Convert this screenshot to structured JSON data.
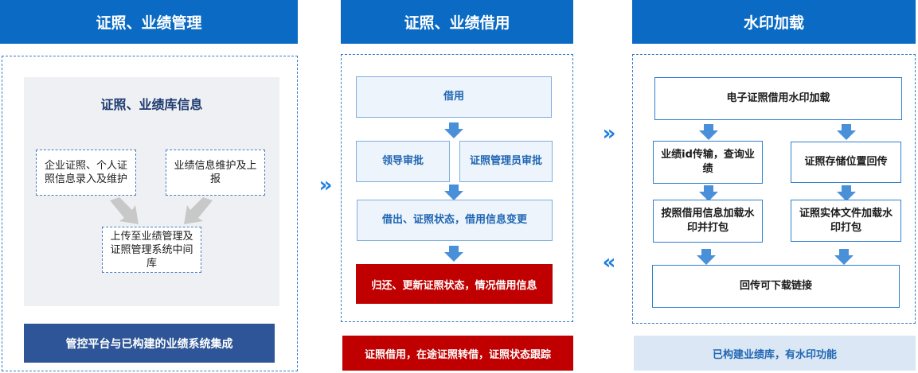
{
  "columns": [
    {
      "header": "证照、业绩管理",
      "panel_title": "证照、业绩库信息",
      "box_left": "企业证照、个人证照信息录入及维护",
      "box_right": "业绩信息维护及上报",
      "box_center": "上传至业绩管理及证照管理系统中间库",
      "footer": "管控平台与已构建的业绩系统集成"
    },
    {
      "header": "证照、业绩借用",
      "step1": "借用",
      "step2_left": "领导审批",
      "step2_right": "证照管理员审批",
      "step3": "借出、证照状态，借用信息变更",
      "step4": "归还、更新证照状态，情况借用信息",
      "footer": "证照借用，在途证照转借，证照状态跟踪"
    },
    {
      "header": "水印加载",
      "top": "电子证照借用水印加载",
      "left1": "业绩id传输，查询业绩",
      "right1": "证照存储位置回传",
      "left2": "按照借用信息加载水印并打包",
      "right2": "证照实体文件加载水印打包",
      "bottom": "回传可下载链接",
      "footer": "已构建业绩库，有水印功能"
    }
  ],
  "colors": {
    "header_blue": "#0b6bc4",
    "arrow_blue": "#4a90d9",
    "red": "#c00000",
    "dark_blue": "#2e5597",
    "light_blue": "#dbe7f4"
  },
  "icons": {
    "forward_chevron": "»",
    "back_chevron": "«"
  }
}
